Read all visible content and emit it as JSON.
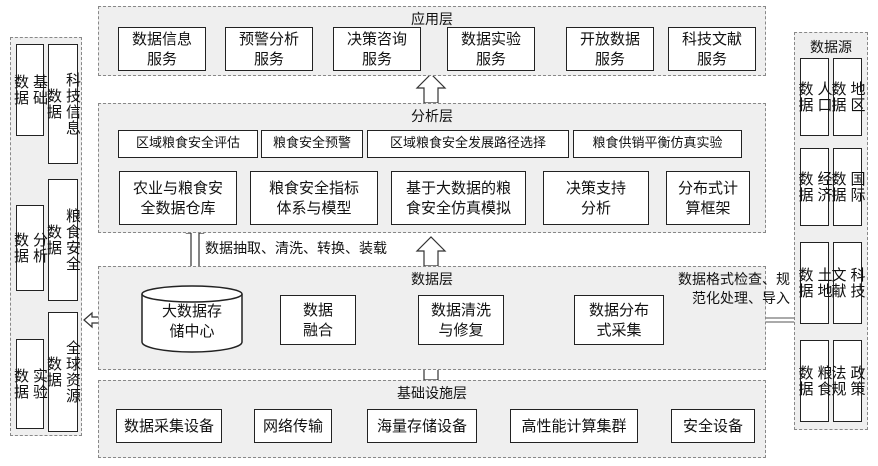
{
  "application_layer": {
    "title": "应用层",
    "services": [
      "数据信息\n服务",
      "预警分析\n服务",
      "决策咨询\n服务",
      "数据实验\n服务",
      "开放数据\n服务",
      "科技文献\n服务"
    ]
  },
  "analysis_layer": {
    "title": "分析层",
    "top_items": [
      "区域粮食安全评估",
      "粮食安全预警",
      "区域粮食安全发展路径选择",
      "粮食供销平衡仿真实验"
    ],
    "bottom_items": [
      "农业与粮食安\n全数据仓库",
      "粮食安全指标\n体系与模型",
      "基于大数据的粮\n食安全仿真模拟",
      "决策支持\n分析",
      "分布式计\n算框架"
    ]
  },
  "data_layer": {
    "title": "数据层",
    "storage": "大数据存\n储中心",
    "fusion": "数据\n融合",
    "cleaning": "数据清洗\n与修复",
    "collection": "数据分布\n式采集"
  },
  "infrastructure_layer": {
    "title": "基础设施层",
    "items": [
      "数据采集设备",
      "网络传输",
      "海量存储设备",
      "高性能计算集群",
      "安全设备"
    ]
  },
  "left_panel": {
    "labels": [
      "基础\n数据",
      "科技信息\n数据",
      "分析\n数据",
      "粮食安全\n数据",
      "实验\n数据",
      "全球资源\n数据"
    ]
  },
  "right_panel": {
    "title": "数据源",
    "labels": [
      "人口\n数据",
      "地区\n数据",
      "经济\n数据",
      "国际\n数据",
      "土地\n数据",
      "科技\n文献",
      "粮食\n数据",
      "政策\n法规"
    ]
  },
  "notes": {
    "etl": "数据抽取、清洗、转换、装载",
    "format_check": "数据格式检查、规\n范化处理、导入"
  }
}
